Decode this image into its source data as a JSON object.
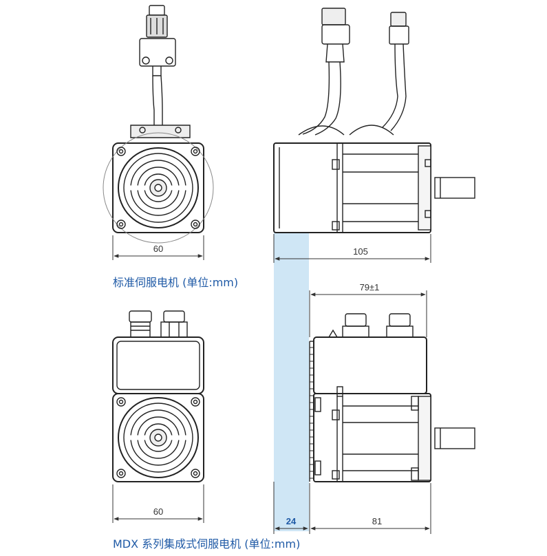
{
  "diagram": {
    "standard_motor": {
      "caption": "标准伺服电机 (单位:mm)",
      "front_width": "60",
      "length": "105"
    },
    "mdx_motor": {
      "caption": "MDX 系列集成式伺服电机 (单位:mm)",
      "front_width": "60",
      "drive_length": "79±1",
      "motor_length": "81"
    },
    "difference_highlight": {
      "value": "24",
      "color": "#cfe6f5",
      "text_color": "#1f5aa6"
    }
  }
}
